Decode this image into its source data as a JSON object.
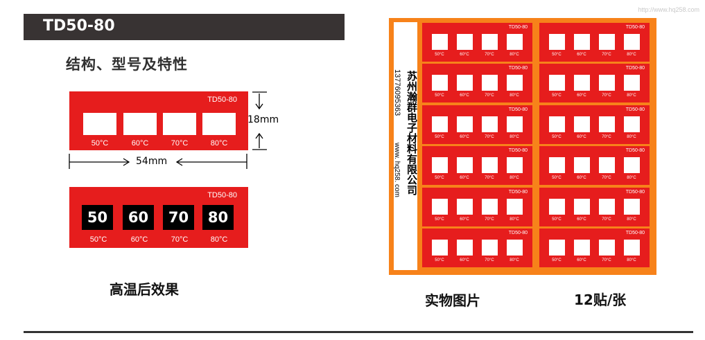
{
  "header": {
    "title": "TD50-80",
    "watermark": "http://www.hq258.com"
  },
  "section_title": "结构、型号及特性",
  "label_code": "TD50-80",
  "temps": [
    "50°C",
    "60°C",
    "70°C",
    "80°C"
  ],
  "after_values": [
    "50",
    "60",
    "70",
    "80"
  ],
  "dimensions": {
    "height": "18mm",
    "width": "54mm"
  },
  "captions": {
    "after_heat": "高温后效果",
    "real_photo": "实物图片",
    "per_sheet": "12贴/张"
  },
  "company": {
    "name": "苏州瀚群电子材料有限公司",
    "phone": "13776095363",
    "web": "www. hq258. com"
  },
  "colors": {
    "label_red": "#e61d1d",
    "sheet_orange": "#f7821a",
    "title_bar": "#383333"
  }
}
